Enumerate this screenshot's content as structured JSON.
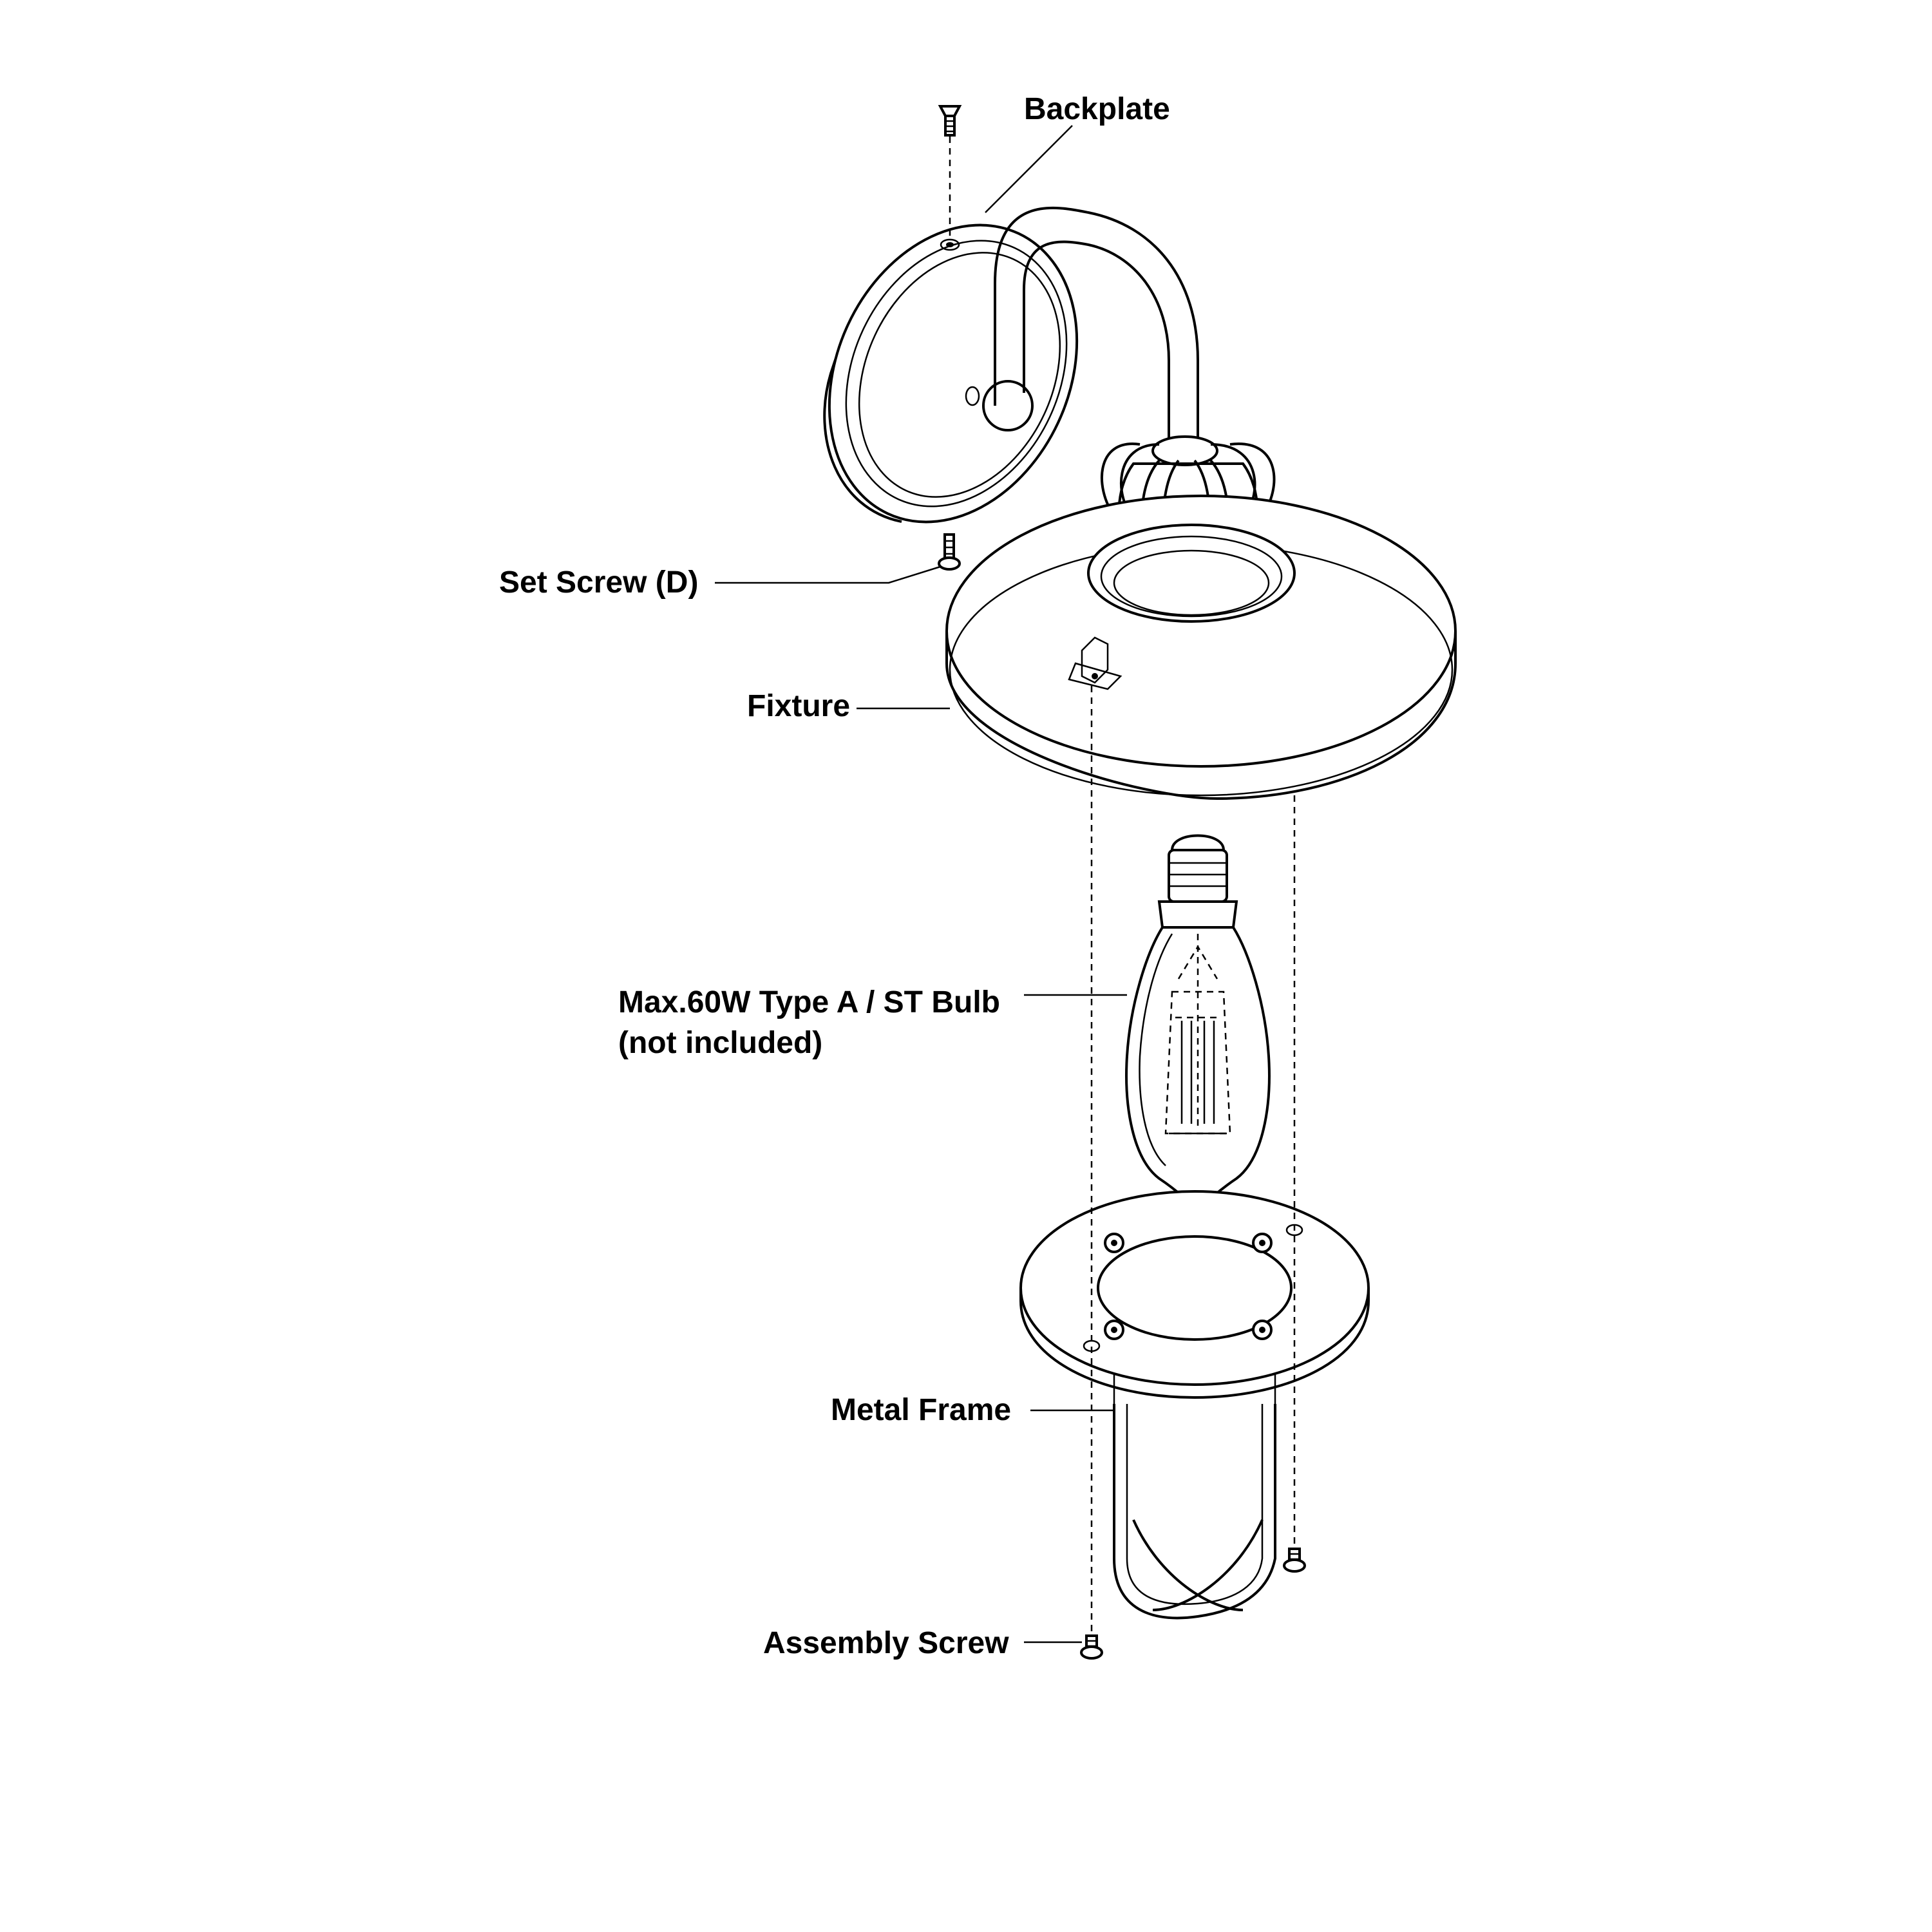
{
  "labels": {
    "backplate": "Backplate",
    "set_screw": "Set Screw (D)",
    "fixture": "Fixture",
    "bulb_line1": "Max.60W Type A / ST Bulb",
    "bulb_line2": "(not included)",
    "metal_frame": "Metal Frame",
    "assembly_screw": "Assembly Screw"
  },
  "colors": {
    "line": "#000000",
    "background": "#ffffff"
  }
}
